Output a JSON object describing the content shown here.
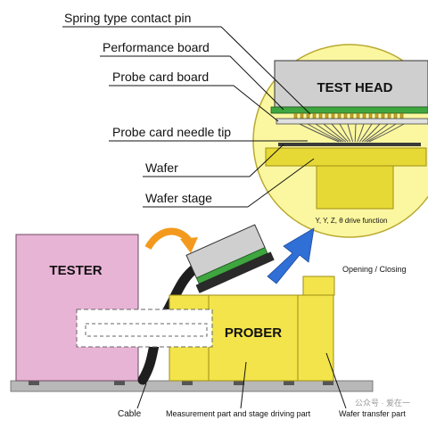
{
  "labels": {
    "spring_pin": "Spring type contact pin",
    "performance_board": "Performance board",
    "probe_card_board": "Probe card board",
    "needle_tip": "Probe card needle tip",
    "wafer": "Wafer",
    "wafer_stage": "Wafer stage",
    "test_head": "TEST HEAD",
    "drive_function": "Y, Y, Z, θ drive function",
    "tester": "TESTER",
    "prober": "PROBER",
    "opening_closing": "Opening / Closing",
    "cable": "Cable",
    "measurement_part": "Measurement part and stage driving part",
    "wafer_transfer": "Wafer transfer part",
    "watermark": "公众号 · 爱在一"
  },
  "colors": {
    "yellow": "#f2e44a",
    "yellow_dark": "#c9b51c",
    "circle_fill": "#fbf7a0",
    "tester_pink": "#e8b4d6",
    "test_head_gray": "#cfcfcf",
    "green": "#3fa63f",
    "blue_arrow": "#2f6fd6",
    "orange_arrow": "#f39a1e",
    "base_gray": "#b8b8b8"
  }
}
